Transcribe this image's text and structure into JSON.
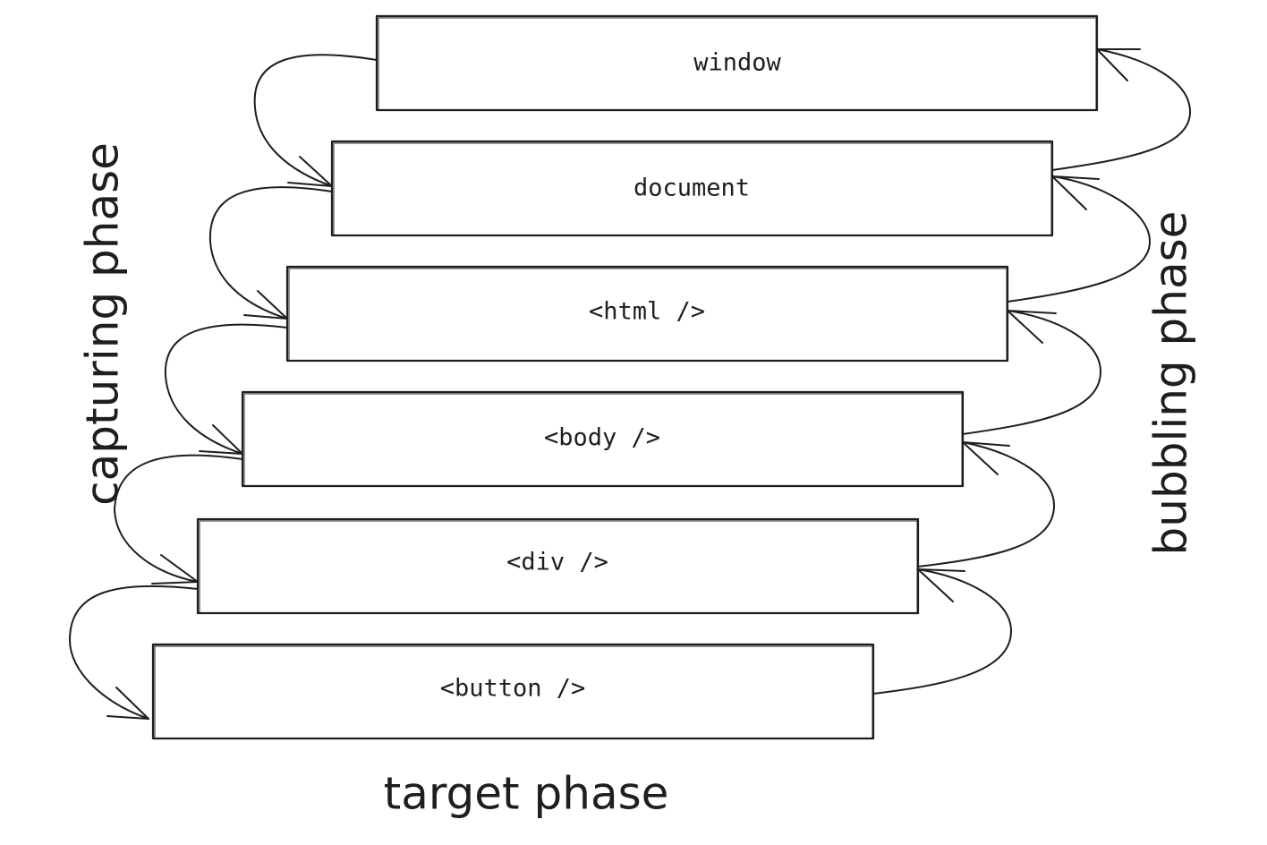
{
  "diagram": {
    "layers": [
      {
        "label": "window"
      },
      {
        "label": "document"
      },
      {
        "label": "<html />"
      },
      {
        "label": "<body />"
      },
      {
        "label": "<div />"
      },
      {
        "label": "<button />"
      }
    ],
    "phases": {
      "capturing": "capturing phase",
      "bubbling": "bubbling phase",
      "target": "target phase"
    }
  },
  "colors": {
    "stroke": "#1e1e1e",
    "background": "#ffffff"
  }
}
